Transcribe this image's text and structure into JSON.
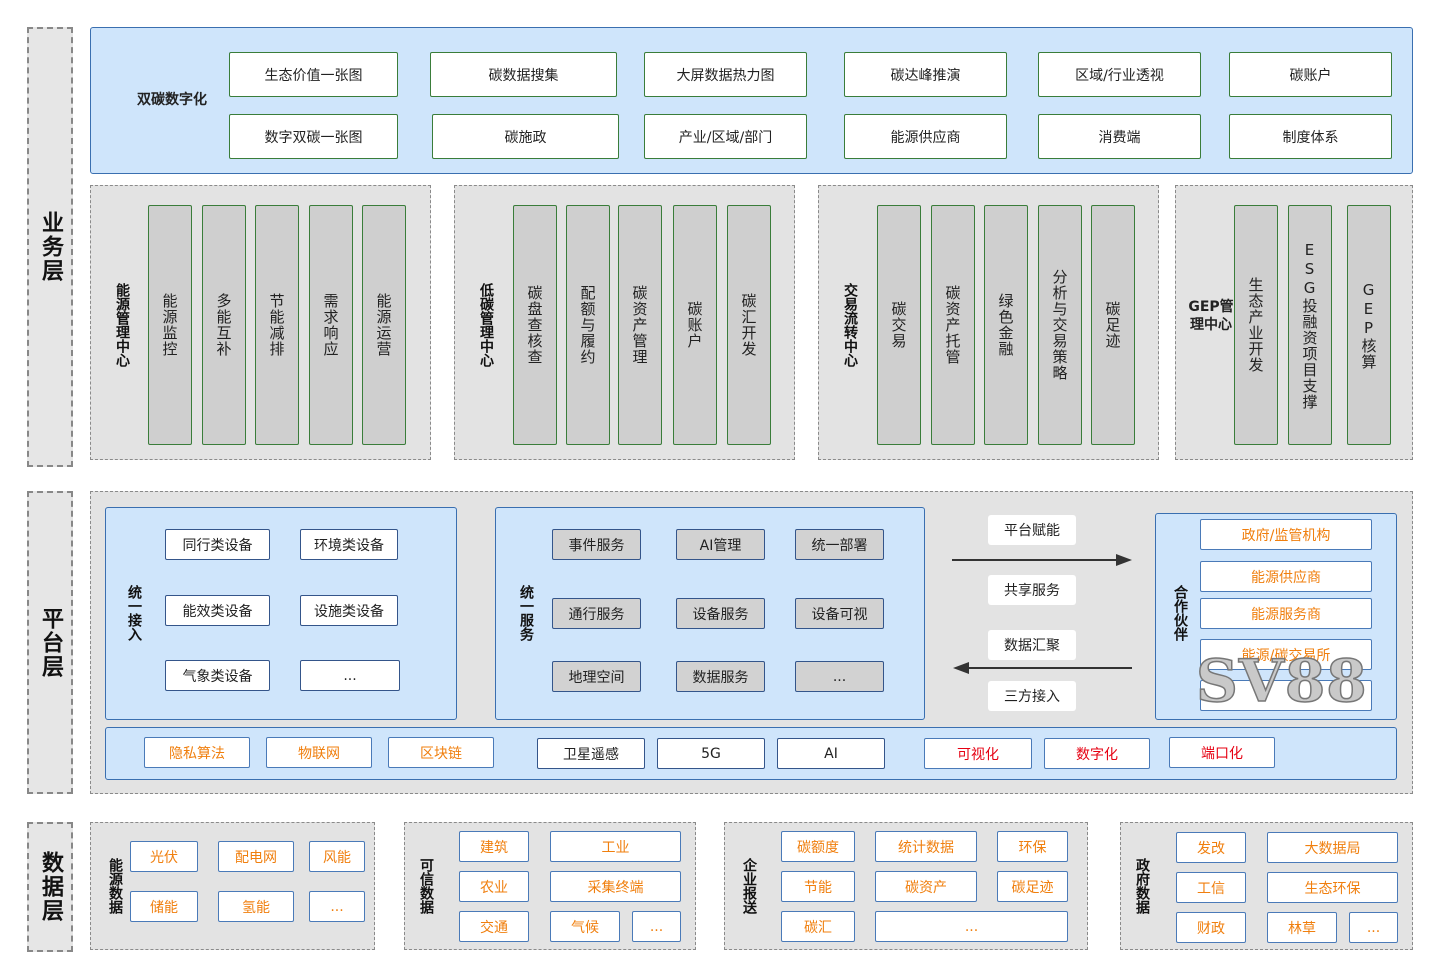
{
  "layers": {
    "business": "业务层",
    "platform": "平台层",
    "data": "数据层"
  },
  "top_panel": {
    "label": "双碳数字化",
    "row1": [
      "生态价值一张图",
      "碳数据搜集",
      "大屏数据热力图",
      "碳达峰推演",
      "区域/行业透视",
      "碳账户"
    ],
    "row2": [
      "数字双碳一张图",
      "碳施政",
      "产业/区域/部门",
      "能源供应商",
      "消费端",
      "制度体系"
    ]
  },
  "centers": [
    {
      "label": "能源管理中心",
      "items": [
        "能源监控",
        "多能互补",
        "节能减排",
        "需求响应",
        "能源运营"
      ]
    },
    {
      "label": "低碳管理中心",
      "items": [
        "碳盘查核查",
        "配额与履约",
        "碳资产管理",
        "碳账户",
        "碳汇开发"
      ]
    },
    {
      "label": "交易流转中心",
      "items": [
        "碳交易",
        "碳资产托管",
        "绿色金融",
        "分析与交易策略",
        "碳足迹"
      ]
    },
    {
      "label": "GEP管理中心",
      "items": [
        "生态产业开发",
        "ESG投融资项目支撑",
        "GEP核算"
      ]
    }
  ],
  "platform": {
    "access": {
      "label": "统一接入",
      "items": [
        "同行类设备",
        "环境类设备",
        "能效类设备",
        "设施类设备",
        "气象类设备",
        "..."
      ]
    },
    "service": {
      "label": "统一服务",
      "items": [
        "事件服务",
        "AI管理",
        "统一部署",
        "通行服务",
        "设备服务",
        "设备可视",
        "地理空间",
        "数据服务",
        "..."
      ]
    },
    "flow": {
      "top_labels": [
        "平台赋能",
        "共享服务"
      ],
      "bottom_labels": [
        "数据汇聚",
        "三方接入"
      ]
    },
    "partners": {
      "label": "合作伙伴",
      "items": [
        "政府/监管机构",
        "能源供应商",
        "能源服务商",
        "能源/碳交易所",
        ""
      ]
    },
    "tech_orange": [
      "隐私算法",
      "物联网",
      "区块链"
    ],
    "tech_black": [
      "卫星遥感",
      "5G",
      "AI"
    ],
    "tech_red": [
      "可视化",
      "数字化",
      "端口化"
    ]
  },
  "data_groups": [
    {
      "label": "能源数据",
      "items": [
        "光伏",
        "配电网",
        "风能",
        "储能",
        "氢能",
        "..."
      ]
    },
    {
      "label": "可信数据",
      "items": [
        "建筑",
        "工业",
        "农业",
        "采集终端",
        "交通",
        "气候",
        "..."
      ]
    },
    {
      "label": "企业报送",
      "items": [
        "碳额度",
        "统计数据",
        "环保",
        "节能",
        "碳资产",
        "碳足迹",
        "碳汇",
        "..."
      ]
    },
    {
      "label": "政府数据",
      "items": [
        "发改",
        "大数据局",
        "工信",
        "生态环保",
        "财政",
        "林草",
        "..."
      ]
    }
  ],
  "watermark": "SV88",
  "colors": {
    "panel_blue": "#cfe5fb",
    "border_green": "#3a7d3a",
    "orange": "#f07f0e",
    "red": "#e60012"
  }
}
